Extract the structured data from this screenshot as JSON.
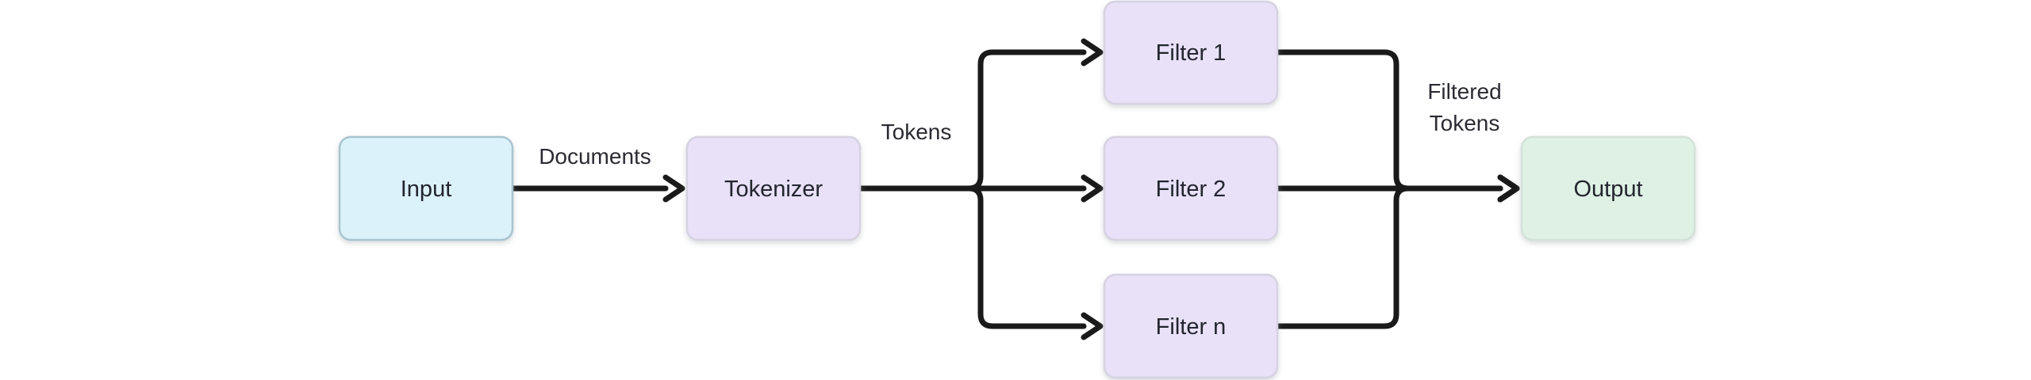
{
  "diagram": {
    "background": "#ffffff",
    "arrow_color": "#1a1a1a",
    "node_text_color": "#23252f",
    "edge_text_color": "#2b2b33",
    "nodes": {
      "input": {
        "label": "Input",
        "fill": "#dcf2fb",
        "border": "#a9c4d1"
      },
      "tokenizer": {
        "label": "Tokenizer",
        "fill": "#e8e1f8",
        "border": "#d7d2e2"
      },
      "filter1": {
        "label": "Filter 1",
        "fill": "#e8e1f8",
        "border": "#d7d2e2"
      },
      "filter2": {
        "label": "Filter 2",
        "fill": "#e8e1f8",
        "border": "#d7d2e2"
      },
      "filtern": {
        "label": "Filter n",
        "fill": "#e8e1f8",
        "border": "#d7d2e2"
      },
      "output": {
        "label": "Output",
        "fill": "#def1e4",
        "border": "#d3e2d8"
      }
    },
    "edge_labels": {
      "documents": "Documents",
      "tokens": "Tokens",
      "filtered_tokens": [
        "Filtered",
        "Tokens"
      ]
    },
    "connections": [
      "Input -> Tokenizer",
      "Tokenizer -> Filter 1",
      "Tokenizer -> Filter 2",
      "Tokenizer -> Filter n",
      "Filter 1 -> Output",
      "Filter 2 -> Output",
      "Filter n -> Output"
    ]
  }
}
